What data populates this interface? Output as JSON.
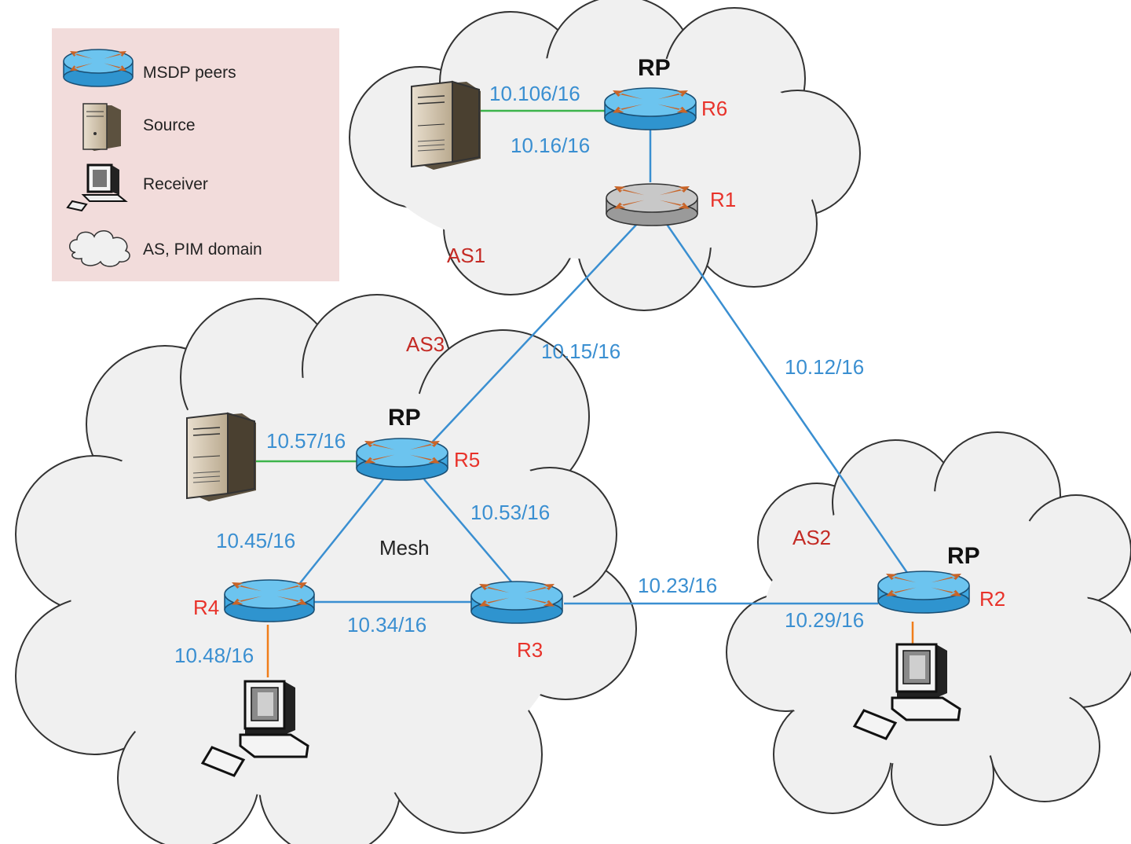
{
  "legend": {
    "items": [
      {
        "icon": "router-icon",
        "label": "MSDP peers"
      },
      {
        "icon": "server-icon",
        "label": "Source"
      },
      {
        "icon": "workstation-icon",
        "label": "Receiver"
      },
      {
        "icon": "cloud-icon",
        "label": "AS, PIM domain"
      }
    ],
    "background": "#f2dcdb"
  },
  "domains": {
    "as1": "AS1",
    "as2": "AS2",
    "as3": "AS3",
    "mesh": "Mesh"
  },
  "routers": {
    "r1": {
      "label": "R1",
      "color": "#b3b3b3"
    },
    "r2": {
      "label": "R2",
      "rp": "RP",
      "color": "#4fb3e8"
    },
    "r3": {
      "label": "R3",
      "color": "#4fb3e8"
    },
    "r4": {
      "label": "R4",
      "color": "#4fb3e8"
    },
    "r5": {
      "label": "R5",
      "rp": "RP",
      "color": "#4fb3e8"
    },
    "r6": {
      "label": "R6",
      "rp": "RP",
      "color": "#4fb3e8"
    }
  },
  "links": {
    "l_106": "10.106/16",
    "l_16": "10.16/16",
    "l_15": "10.15/16",
    "l_12": "10.12/16",
    "l_57": "10.57/16",
    "l_53": "10.53/16",
    "l_45": "10.45/16",
    "l_34": "10.34/16",
    "l_23": "10.23/16",
    "l_29": "10.29/16",
    "l_48": "10.48/16"
  },
  "colors": {
    "link_blue": "#3a8fd1",
    "link_green": "#3cb44b",
    "link_orange": "#f07d1a",
    "label_red": "#e8322a",
    "cloud_fill": "#f0f0f0"
  }
}
